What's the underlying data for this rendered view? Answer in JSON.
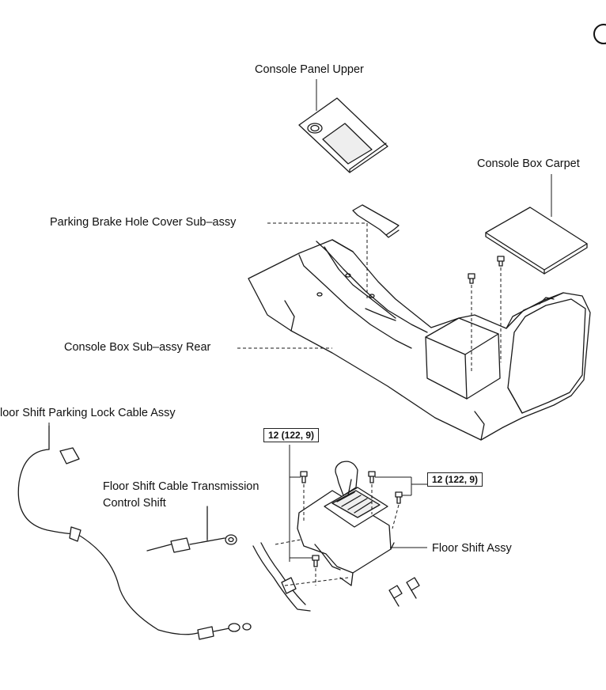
{
  "labels": {
    "console_panel_upper": "Console Panel Upper",
    "console_box_carpet": "Console Box Carpet",
    "parking_brake_hole_cover": "Parking Brake Hole Cover Sub–assy",
    "console_box_rear": "Console Box Sub–assy Rear",
    "parking_lock_cable": "loor Shift Parking Lock Cable Assy",
    "cable_transmission_line1": "Floor Shift Cable Transmission",
    "cable_transmission_line2": "Control Shift",
    "floor_shift_assy": "Floor Shift Assy"
  },
  "torque": {
    "left": "12 (122, 9)",
    "right": "12 (122, 9)"
  },
  "colors": {
    "line": "#1a1a1a",
    "background": "#ffffff"
  }
}
